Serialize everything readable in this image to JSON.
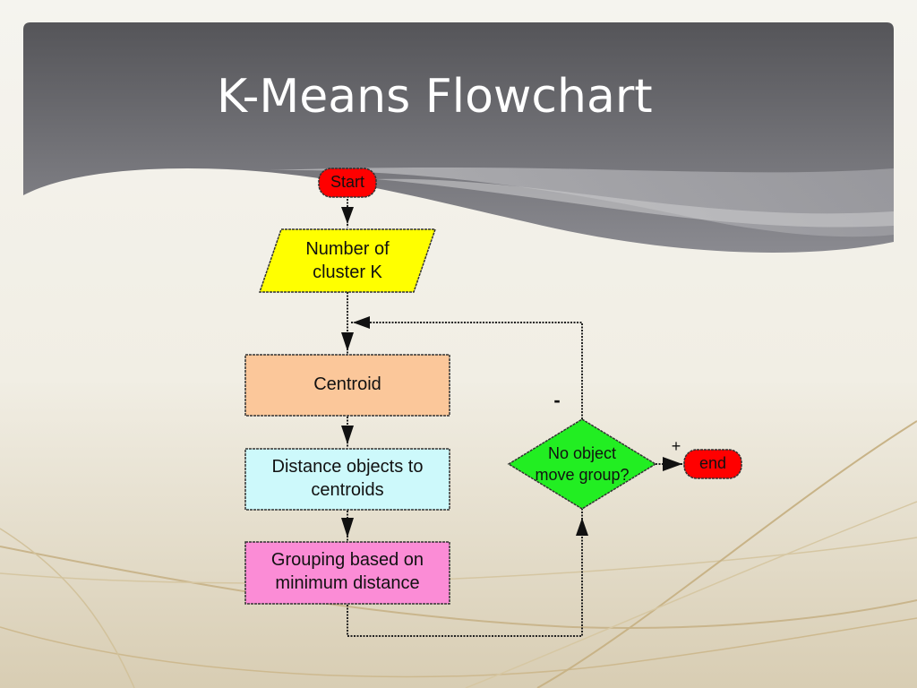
{
  "slide": {
    "title": "K-Means Flowchart"
  },
  "flowchart": {
    "start": "Start",
    "input": {
      "line1": "Number of",
      "line2": "cluster K"
    },
    "centroid": "Centroid",
    "distance": {
      "line1": "Distance objects to",
      "line2": "centroids"
    },
    "grouping": {
      "line1": "Grouping based on",
      "line2": "minimum distance"
    },
    "decision": {
      "line1": "No object",
      "line2": "move group?"
    },
    "end": "end",
    "minus_label": "-",
    "plus_label": "+"
  },
  "colors": {
    "header": "#6d6d72",
    "background": "#f4f2ec",
    "start_fill": "#ff0000",
    "input_fill": "#ffff00",
    "centroid_fill": "#fbc79a",
    "distance_fill": "#cdf9fb",
    "grouping_fill": "#fb8cd6",
    "decision_fill": "#22ee22",
    "end_fill": "#ff0000"
  }
}
